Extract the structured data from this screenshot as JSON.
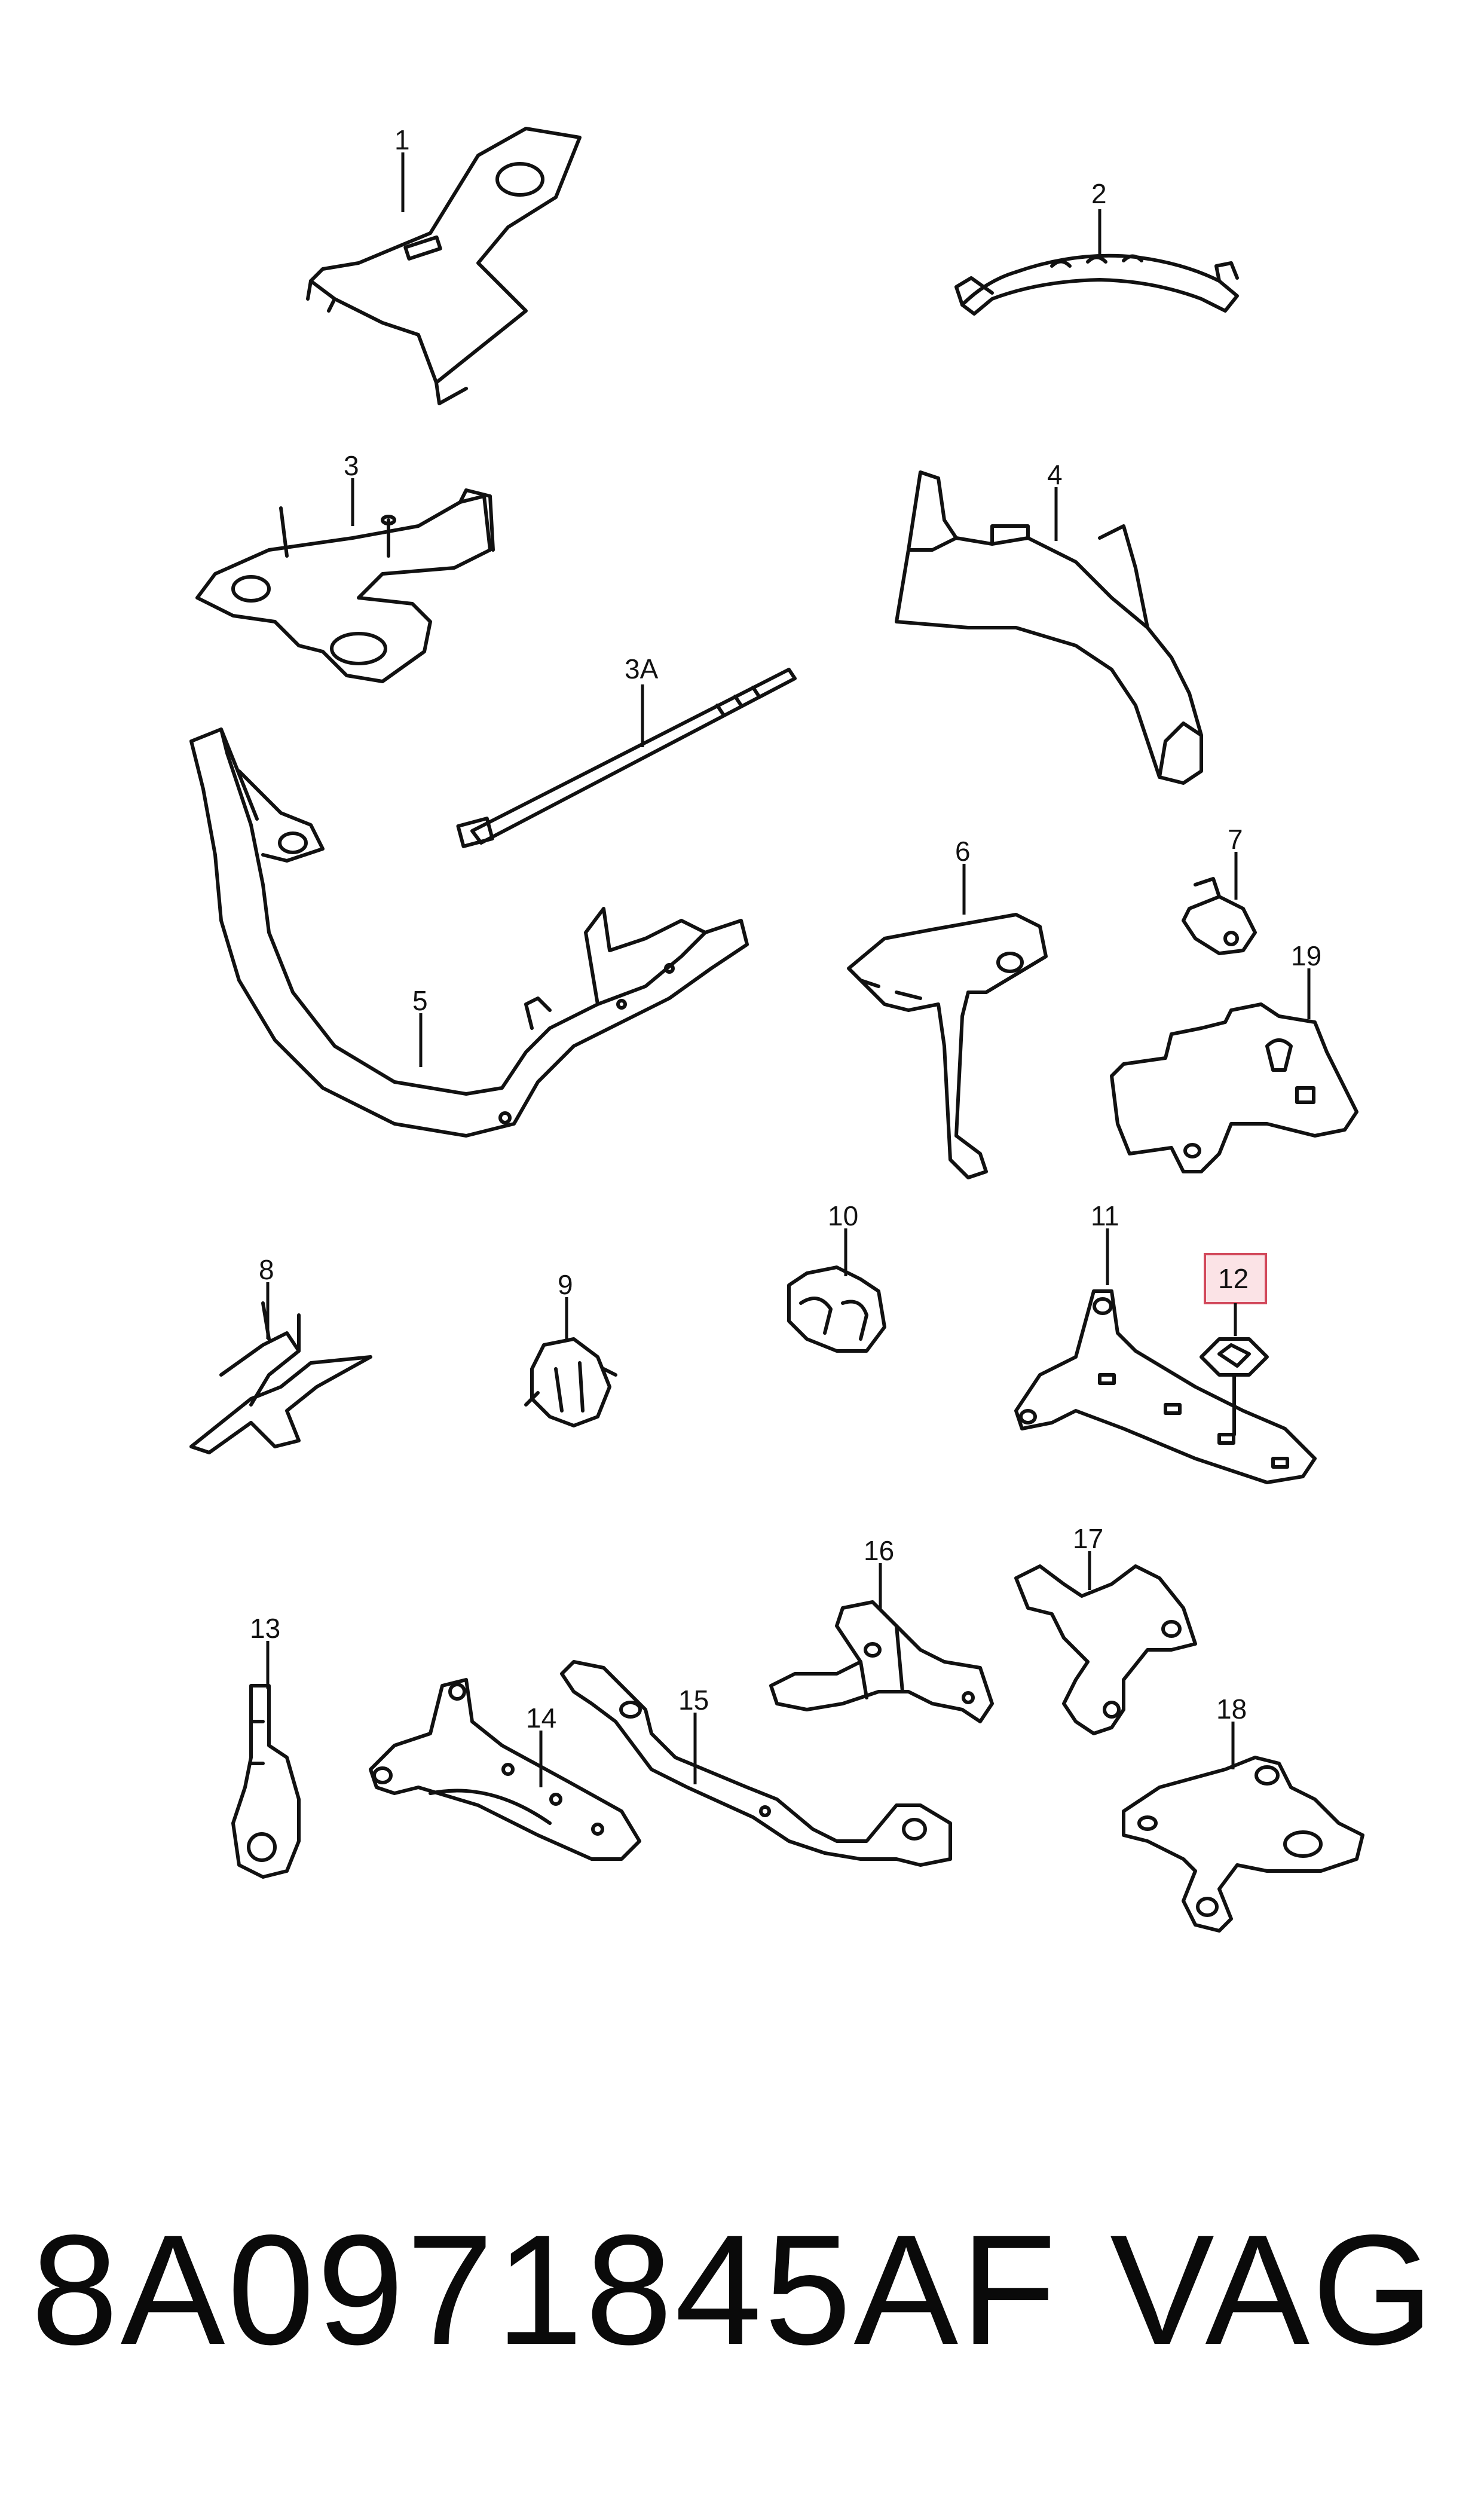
{
  "callouts": [
    "1",
    "2",
    "3",
    "3A",
    "4",
    "5",
    "6",
    "7",
    "19",
    "8",
    "9",
    "10",
    "11",
    "12",
    "13",
    "14",
    "15",
    "16",
    "17",
    "18"
  ],
  "highlighted_callout": "12",
  "colors": {
    "line": "#111111",
    "highlight_fill": "#fbe3e6",
    "highlight_stroke": "#d24a5c"
  },
  "footer": {
    "part_number": "8A0971845AF",
    "brand": "VAG"
  }
}
